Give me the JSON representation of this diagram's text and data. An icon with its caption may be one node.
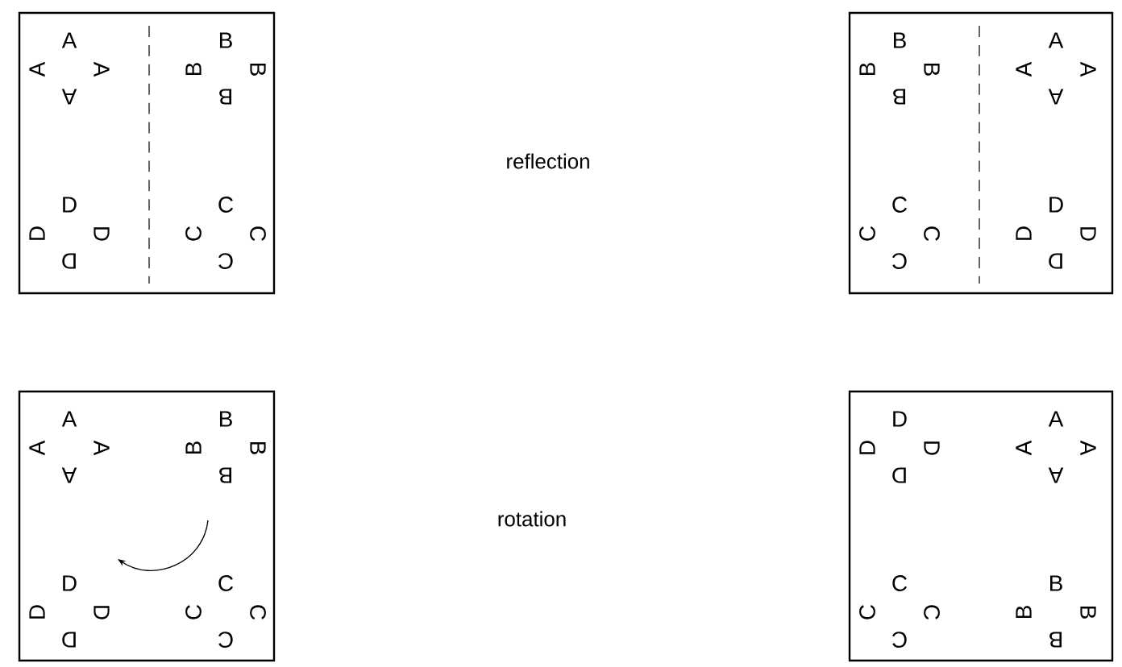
{
  "diagram": {
    "nodes": [
      {
        "text": [
          "A",
          "A",
          "A",
          "A",
          "B",
          "B",
          "B",
          "B",
          "D",
          "D",
          "D",
          "D",
          "C",
          "C",
          "C",
          "C"
        ]
      },
      {
        "text": [
          "B",
          "B",
          "B",
          "B",
          "A",
          "A",
          "A",
          "A",
          "C",
          "C",
          "C",
          "C",
          "D",
          "D",
          "D",
          "D"
        ]
      },
      {
        "text": [
          "A",
          "A",
          "A",
          "A",
          "B",
          "B",
          "B",
          "B",
          "D",
          "D",
          "D",
          "D",
          "C",
          "C",
          "C",
          "C"
        ]
      },
      {
        "text": [
          "D",
          "D",
          "D",
          "D",
          "A",
          "A",
          "A",
          "A",
          "C",
          "C",
          "C",
          "C",
          "B",
          "B",
          "B",
          "B"
        ]
      }
    ],
    "labels": [
      "reflection",
      "rotation"
    ]
  }
}
